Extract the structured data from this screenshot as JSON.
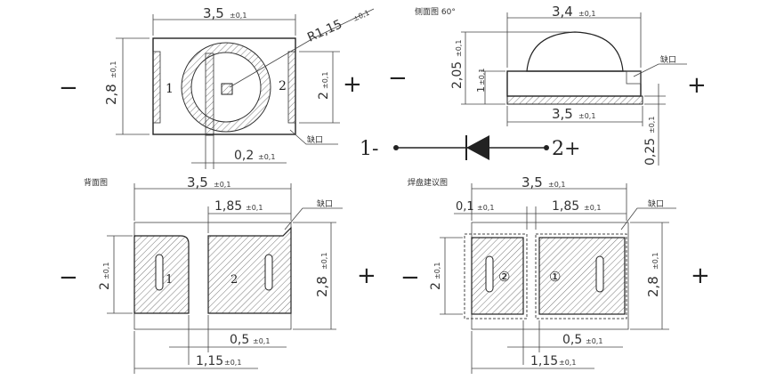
{
  "top_view": {
    "width": "3,5",
    "width_tol": "±0,1",
    "height": "2,8",
    "height_tol": "±0,1",
    "radius": "R1,15",
    "radius_tol": "±0,1",
    "inner": "2",
    "inner_tol": "±0,1",
    "gap": "0,2",
    "gap_tol": "±0,1",
    "pad1": "1",
    "pad2": "2",
    "notch": "缺口",
    "minus": "−",
    "plus": "+"
  },
  "side_view": {
    "title": "侧面图 60°",
    "top_width": "3,4",
    "top_width_tol": "±0,1",
    "height": "2,05",
    "height_tol": "±0,1",
    "base_h": "1",
    "base_h_tol": "±0,1",
    "width": "3,5",
    "width_tol": "±0,1",
    "thick": "0,25",
    "thick_tol": "±0,1",
    "notch": "缺口",
    "minus": "−",
    "plus": "+"
  },
  "symbol": {
    "left": "1-",
    "right": "2+"
  },
  "back_view": {
    "title": "背面图",
    "width": "3,5",
    "width_tol": "±0,1",
    "pad_w": "1,85",
    "pad_w_tol": "±0,1",
    "pad_h": "2",
    "pad_h_tol": "±0,1",
    "height": "2,8",
    "height_tol": "±0,1",
    "gap": "0,5",
    "gap_tol": "±0,1",
    "small_w": "1,15",
    "small_w_tol": "±0,1",
    "pad1": "1",
    "pad2": "2",
    "notch": "缺口",
    "minus": "−",
    "plus": "+"
  },
  "pad_view": {
    "title": "焊盘建议图",
    "width": "3,5",
    "width_tol": "±0,1",
    "gap_top": "0,1",
    "gap_top_tol": "±0,1",
    "pad_w": "1,85",
    "pad_w_tol": "±0,1",
    "pad_h": "2",
    "pad_h_tol": "±0,1",
    "height": "2,8",
    "height_tol": "±0,1",
    "gap": "0,5",
    "gap_tol": "±0,1",
    "small_w": "1,15",
    "small_w_tol": "±0,1",
    "pad1": "②",
    "pad2": "①",
    "notch": "缺口",
    "minus": "−",
    "plus": "+"
  }
}
